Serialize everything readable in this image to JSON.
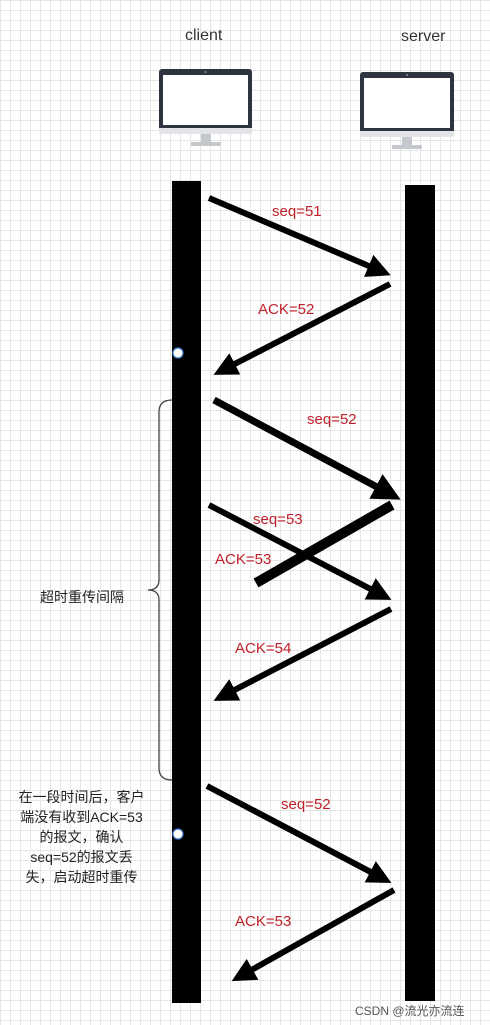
{
  "actors": {
    "client": "client",
    "server": "server"
  },
  "messages": {
    "m1": "seq=51",
    "m2": "ACK=52",
    "m3": "seq=52",
    "m4": "seq=53",
    "m5": "ACK=53",
    "m6": "ACK=54",
    "m7": "seq=52",
    "m8": "ACK=53"
  },
  "annotations": {
    "interval": "超时重传间隔",
    "explanation": [
      "在一段时间后，客户",
      "端没有收到ACK=53",
      "的报文，确认",
      "seq=52的报文丢",
      "失，启动超时重传"
    ]
  },
  "watermark": "CSDN @流光亦流连",
  "colors": {
    "message_label": "#c0202a",
    "lifeline": "#000000"
  }
}
